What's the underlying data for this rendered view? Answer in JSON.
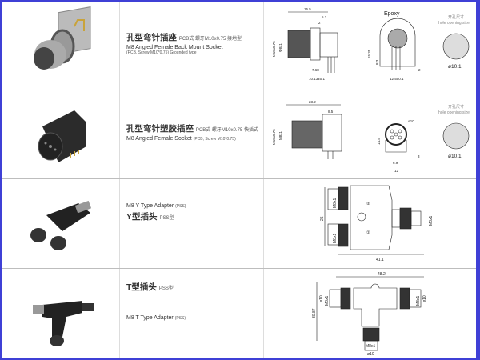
{
  "products": [
    {
      "cn_title": "孔型弯针插座",
      "cn_spec": "PCB式 螺牙M10x0.75 接地型",
      "en_title": "M8 Angled Female Back Mount Socket",
      "en_spec": "(PCB, Screw M10*0.75) Grounded type",
      "dims": {
        "a": "15.5",
        "b": "5.1",
        "c": "2",
        "d": "M10x0.75",
        "e": "Φ8x1",
        "f": "7.68",
        "g": "10.13±0.1",
        "epoxy": "Epoxy",
        "h": "15.35",
        "i": "8.3",
        "j": "12.5±0.1",
        "k": "2",
        "hole_cn": "开孔尺寸",
        "hole_en": "hole opening size",
        "hole": "ø10.1"
      }
    },
    {
      "cn_title": "孔型弯针塑胶插座",
      "cn_spec": "PCB式 螺牙M10x0.75 快插式",
      "en_title": "M8 Angled Female Socket",
      "en_spec": "(PCB, Screw M10*0.75)",
      "dims": {
        "a": "23.2",
        "b": "8.5",
        "d": "M10x0.75",
        "e": "M8x1",
        "h": "14.5",
        "dia": "ø10",
        "c": "3",
        "i": "6.9",
        "j": "12",
        "hole_cn": "开孔尺寸",
        "hole_en": "hole opening size",
        "hole": "ø10.1"
      }
    },
    {
      "en_title": "M8 Y Type Adapter",
      "en_tag": "(PSS)",
      "cn_title": "Y型插头",
      "cn_spec": "PSS型",
      "dims": {
        "m1": "M8x1",
        "m2": "M8x1",
        "m3": "M8x1",
        "h": "25",
        "w": "41.1",
        "p1": "①",
        "p2": "②"
      }
    },
    {
      "cn_title": "T型插头",
      "cn_spec": "PSS型",
      "en_title": "M8 T Type Adapter",
      "en_tag": "(PSS)",
      "dims": {
        "w": "48.2",
        "h": "30.87",
        "m1": "M8x1",
        "d1": "ø10",
        "m2": "M8x1",
        "d2": "ø10",
        "m3": "M8x1",
        "d3": "ø10"
      }
    }
  ]
}
